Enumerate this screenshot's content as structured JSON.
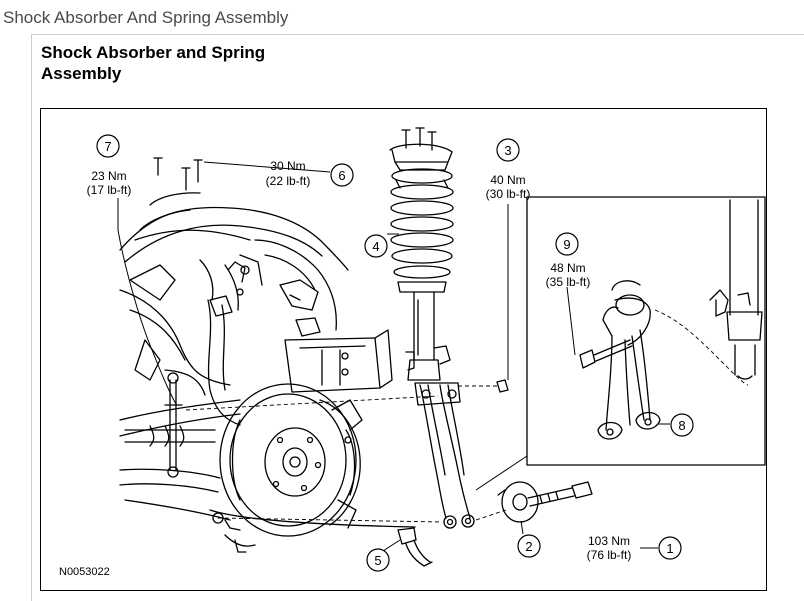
{
  "page": {
    "title": "Shock Absorber And Spring Assembly"
  },
  "section": {
    "heading": "Shock Absorber and Spring Assembly"
  },
  "figure": {
    "id": "N0053022",
    "callouts": [
      {
        "number": "1",
        "torque_nm": "103 Nm",
        "torque_lbft": "(76 lb-ft)"
      },
      {
        "number": "2",
        "torque_nm": "",
        "torque_lbft": ""
      },
      {
        "number": "3",
        "torque_nm": "40 Nm",
        "torque_lbft": "(30 lb-ft)"
      },
      {
        "number": "4",
        "torque_nm": "",
        "torque_lbft": ""
      },
      {
        "number": "5",
        "torque_nm": "",
        "torque_lbft": ""
      },
      {
        "number": "6",
        "torque_nm": "30 Nm",
        "torque_lbft": "(22 lb-ft)"
      },
      {
        "number": "7",
        "torque_nm": "23 Nm",
        "torque_lbft": "(17 lb-ft)"
      },
      {
        "number": "8",
        "torque_nm": "",
        "torque_lbft": ""
      },
      {
        "number": "9",
        "torque_nm": "48 Nm",
        "torque_lbft": "(35 lb-ft)"
      }
    ]
  }
}
